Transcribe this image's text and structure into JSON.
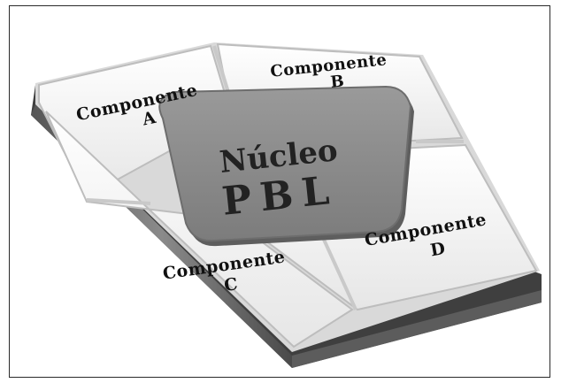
{
  "diagram": {
    "components": [
      {
        "id": "a",
        "line1": "Componente",
        "line2": "A"
      },
      {
        "id": "b",
        "line1": "Componente",
        "line2": "B"
      },
      {
        "id": "c",
        "line1": "Componente",
        "line2": "C"
      },
      {
        "id": "d",
        "line1": "Componente",
        "line2": "D"
      }
    ],
    "core": {
      "line1": "Núcleo",
      "line2": "PBL"
    },
    "colors": {
      "tile_top": "#f4f4f4",
      "tile_edge": "#bdbdbd",
      "base_side": "#6b6b6b",
      "core_fill": "#8a8a8a",
      "groove": "#cfcfcf",
      "text": "#111111"
    }
  }
}
